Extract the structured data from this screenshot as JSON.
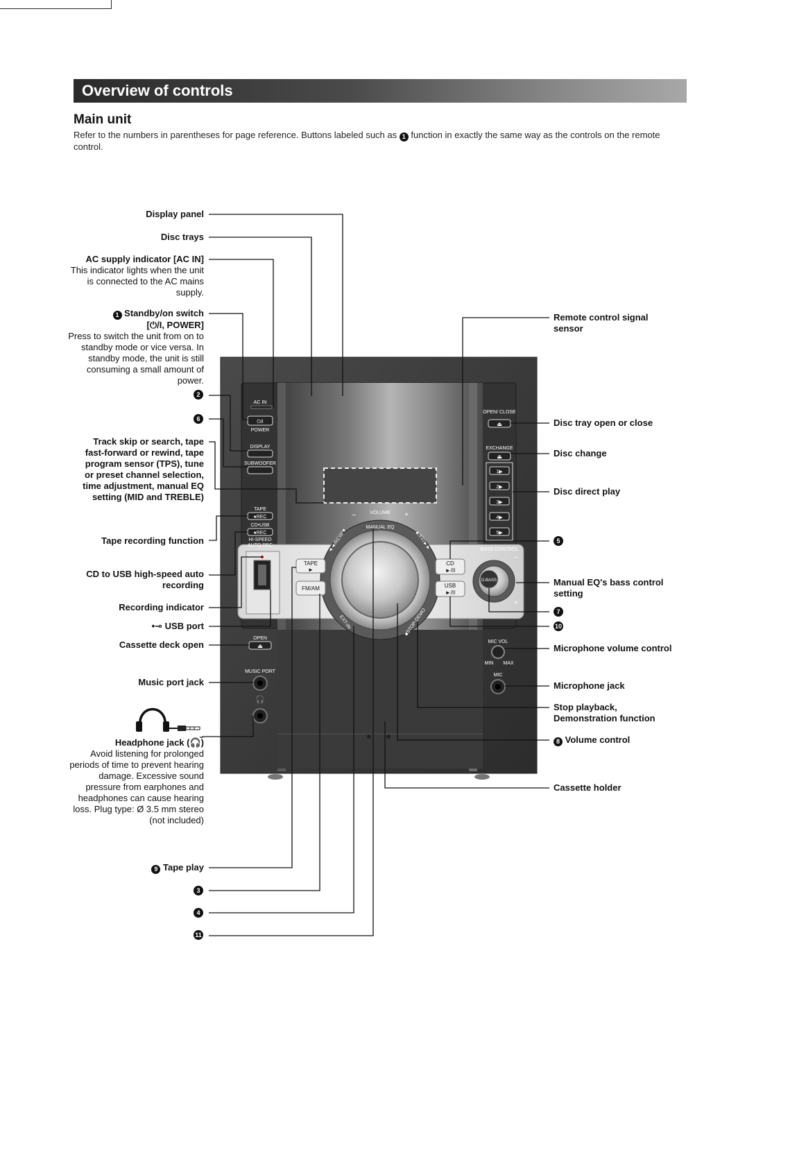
{
  "section_title": "Overview of controls",
  "subsection_title": "Main unit",
  "intro": {
    "before": "Refer to the numbers in parentheses for page reference. Buttons labeled such as",
    "badge": "1",
    "after": "function in exactly the same way as the controls on the remote control."
  },
  "left_labels": {
    "display_panel": "Display panel",
    "disc_trays": "Disc trays",
    "ac_indicator": {
      "title": "AC supply indicator [AC IN]",
      "desc": "This indicator lights when the unit is connected to the AC mains supply."
    },
    "standby": {
      "badge": "1",
      "title": "Standby/on switch",
      "title2": "[⏻/I, POWER]",
      "desc": "Press to switch the unit from on to standby mode or vice versa. In standby mode, the unit is still consuming a small amount of power."
    },
    "n2": "2",
    "n6": "6",
    "track_skip": "Track skip or search, tape fast-forward or rewind, tape program sensor (TPS), tune or preset channel selection, time adjustment, manual EQ setting (MID and TREBLE)",
    "tape_rec": "Tape recording function",
    "cd_usb": "CD to USB high-speed auto recording",
    "rec_indicator": "Recording indicator",
    "usb_port": "USB port",
    "usb_symbol": "•⊸",
    "cassette_open": "Cassette deck open",
    "music_port": "Music port jack",
    "headphone": {
      "title": "Headphone jack (🎧)",
      "desc": "Avoid listening for prolonged periods of time to prevent hearing damage. Excessive sound pressure from earphones and headphones can cause hearing loss. Plug type: Ø 3.5 mm stereo (not included)"
    },
    "tape_play": {
      "badge": "9",
      "title": "Tape play"
    },
    "n3": "3",
    "n4": "4",
    "n11": "11"
  },
  "right_labels": {
    "remote_sensor": "Remote control signal sensor",
    "disc_tray_open": "Disc tray open or close",
    "disc_change": "Disc change",
    "disc_direct": "Disc direct play",
    "n5": "5",
    "bass": "Manual EQ's bass control setting",
    "n7": "7",
    "n10": "10",
    "mic_vol": "Microphone volume control",
    "mic_jack": "Microphone jack",
    "stop": "Stop playback, Demonstration function",
    "volume": {
      "badge": "8",
      "title": "Volume control"
    },
    "cassette_holder": "Cassette holder"
  },
  "device": {
    "ac_in": "AC IN",
    "power": "POWER",
    "power_sym": "⏻/I",
    "display": "DISPLAY",
    "subwoofer": "SUBWOOFER",
    "tape": "TAPE",
    "rec": "●REC",
    "cd_usb": "CD•USB",
    "hi_speed": "HI-SPEED",
    "auto_rec": "AUTO REC",
    "open": "OPEN",
    "music_port": "MUSIC PORT",
    "open_close": "OPEN/ CLOSE",
    "exchange": "EXCHANGE",
    "discs": [
      "1▶",
      "2▶",
      "3▶",
      "4▶",
      "5▶"
    ],
    "volume": "VOLUME",
    "manual_eq": "MANUAL EQ",
    "rew": "◄◄/REW/▼",
    "ff": "▲/FF/►►",
    "ext_in": "EXT-IN",
    "stop_demo": "■STOP-DEMO",
    "tape_btn": "TAPE",
    "tape_play": "►",
    "fm_am": "FM/AM",
    "cd": "CD",
    "cd_play": "►/II",
    "usb": "USB",
    "bass_control": "BASS CONTROL",
    "d_bass": "D.BASS",
    "mic_vol": "MIC VOL",
    "min": "MIN",
    "max": "MAX",
    "mic": "MIC",
    "minus": "–",
    "plus": "+"
  }
}
